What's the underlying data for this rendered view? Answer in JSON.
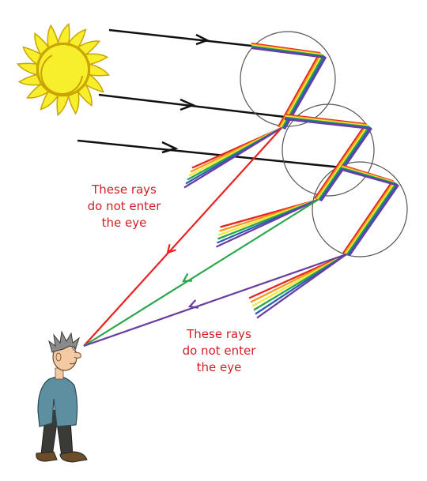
{
  "annotations": {
    "upper_note": {
      "line1": "These rays",
      "line2": "do not enter",
      "line3": "the eye"
    },
    "lower_note": {
      "line1": "These rays",
      "line2": "do not enter",
      "line3": "the eye"
    }
  },
  "colors": {
    "sun_fill": "#f8ef2c",
    "sun_outline": "#c9a400",
    "incoming_ray": "#111111",
    "note_text": "#d21f26",
    "droplet_outline": "#555555",
    "spectrum": [
      "#e8231f",
      "#f39a1e",
      "#f5e93a",
      "#29a64a",
      "#2b5fb3",
      "#6a3ea0"
    ]
  },
  "icons": {
    "sun": "sun-icon",
    "observer": "person-icon",
    "droplet": "raindrop-circle"
  }
}
